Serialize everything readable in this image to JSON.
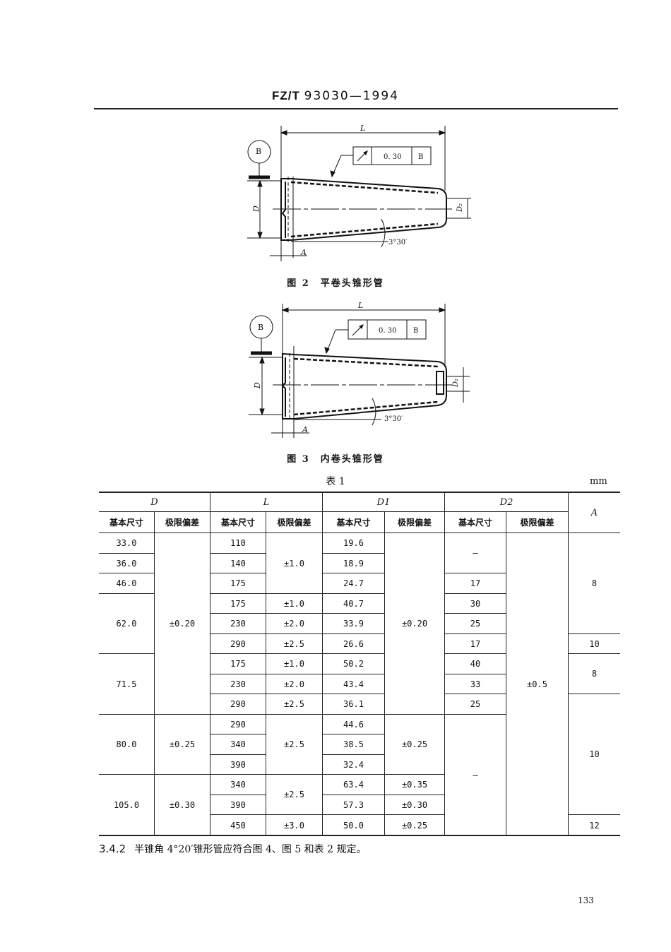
{
  "header": {
    "code_prefix": "FZ/T",
    "code_number": "93030—1994"
  },
  "figures": [
    {
      "caption": "图 2　平卷头锥形管",
      "dim_L": "L",
      "dim_D": "D",
      "dim_D2": "D₂",
      "dim_A": "A",
      "angle": "3°30′",
      "datum": "B",
      "tolerance_value": "0. 30",
      "tolerance_datum": "B"
    },
    {
      "caption": "图 3　内卷头锥形管",
      "dim_L": "L",
      "dim_D": "D",
      "dim_D2": "D₂",
      "dim_A": "A",
      "angle": "3°30′",
      "datum": "B",
      "tolerance_value": "0. 30",
      "tolerance_datum": "B"
    }
  ],
  "table": {
    "title": "表 1",
    "unit": "mm",
    "groups": [
      "D",
      "L",
      "D1",
      "D2",
      "A"
    ],
    "subheaders": [
      "基本尺寸",
      "极限偏差",
      "基本尺寸",
      "极限偏差",
      "基本尺寸",
      "极限偏差",
      "基本尺寸",
      "极限偏差"
    ],
    "D_basic": [
      "33.0",
      "36.0",
      "46.0",
      "62.0",
      "71.5",
      "80.0",
      "105.0"
    ],
    "D_tol": [
      "±0.20",
      "±0.25",
      "±0.30"
    ],
    "L_basic": [
      "110",
      "140",
      "175",
      "175",
      "230",
      "290",
      "175",
      "230",
      "290",
      "290",
      "340",
      "390",
      "340",
      "390",
      "450"
    ],
    "L_tol": [
      "±1.0",
      "±1.0",
      "±2.0",
      "±2.5",
      "±1.0",
      "±2.0",
      "±2.5",
      "±2.5",
      "±2.5",
      "±3.0"
    ],
    "D1_basic": [
      "19.6",
      "18.9",
      "24.7",
      "40.7",
      "33.9",
      "26.6",
      "50.2",
      "43.4",
      "36.1",
      "44.6",
      "38.5",
      "32.4",
      "63.4",
      "57.3",
      "50.0"
    ],
    "D1_tol": [
      "±0.20",
      "±0.25",
      "±0.35",
      "±0.30",
      "±0.25"
    ],
    "D2_basic": [
      "—",
      "17",
      "30",
      "25",
      "17",
      "40",
      "33",
      "25",
      "—"
    ],
    "D2_tol": [
      "±0.5"
    ],
    "A": [
      "8",
      "10",
      "8",
      "10",
      "12"
    ]
  },
  "clause": {
    "number": "3.4.2",
    "text": "半锥角 4°20′锥形管应符合图 4、图 5 和表 2 规定。"
  },
  "page_number": "133"
}
